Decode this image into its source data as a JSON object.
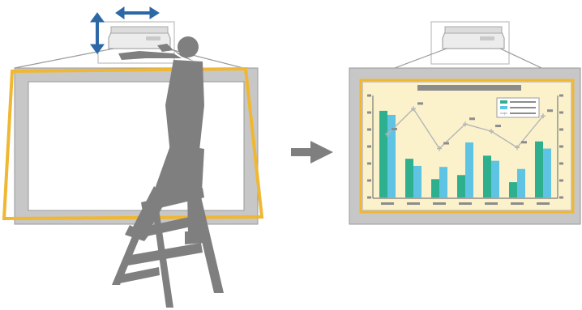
{
  "colors": {
    "highlight": "#f0b732",
    "arrow_blue": "#2d68a6",
    "silhouette": "#7f7f7f",
    "screen_frame": "#c7c7c7",
    "screen_inner": "#ffffff",
    "chart_bg": "#fbf2cc",
    "bar_teal": "#2eb08f",
    "bar_cyan": "#5fc4e4",
    "line_gray": "#b5b5b5",
    "next_arrow": "#7f7f7f"
  },
  "icons": {
    "adjust_vertical": "double-arrow-vertical-icon",
    "adjust_horizontal": "double-arrow-horizontal-icon",
    "next_step": "right-arrow-icon"
  },
  "chart_data": {
    "type": "bar",
    "categories": [
      "",
      "",
      "",
      "",
      "",
      "",
      ""
    ],
    "series": [
      {
        "values": [
          0.85,
          0.38,
          0.18,
          0.22,
          0.41,
          0.15,
          0.55
        ]
      },
      {
        "values": [
          0.81,
          0.31,
          0.3,
          0.54,
          0.36,
          0.28,
          0.48
        ]
      }
    ],
    "line": {
      "values": [
        0.62,
        0.87,
        0.48,
        0.72,
        0.65,
        0.49,
        0.8
      ]
    },
    "title": "",
    "xlabel": "",
    "ylabel": "",
    "ylim": [
      0,
      1
    ],
    "legend": "top-right",
    "grid": false
  }
}
